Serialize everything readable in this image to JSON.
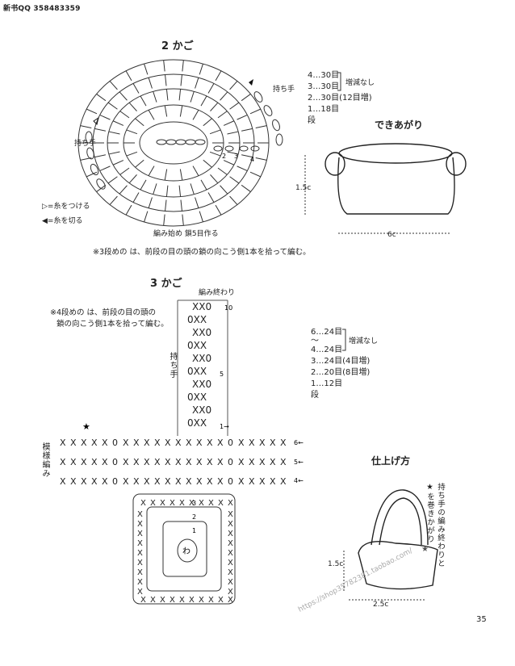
{
  "header": {
    "text": "新书QQ 358483359"
  },
  "section2": {
    "title": "2 かご",
    "handle_left": "持ち手",
    "handle_right": "持ち手",
    "rounds": [
      "4…30目",
      "3…30目",
      "2…30目(12目増)",
      "1…18目",
      "段"
    ],
    "bracket_label": "増減なし",
    "legend_attach": "=糸をつける",
    "legend_cut": "=糸を切る",
    "start_label": "編み始め 鎖5目作る",
    "note": "※3段めの は、前段の目の頭の鎖の向こう側1本を拾って編む。",
    "round_nums": [
      "2",
      "3",
      "4"
    ],
    "finished_title": "できあがり",
    "dim_h": "1.5c",
    "dim_w": "6c"
  },
  "section3": {
    "title": "3 かご",
    "end_label": "編み終わり",
    "note_line1": "※4段めの は、前段の目の頭の",
    "note_line2": "鎖の向こう側1本を拾って編む。",
    "handle_label": "持ち手",
    "pattern_label": "模様編み",
    "row_nums": [
      "10",
      "5",
      "1"
    ],
    "arrow_nums": [
      "6",
      "5",
      "4"
    ],
    "center_label": "わ",
    "center_nums": [
      "3",
      "2",
      "1"
    ],
    "rounds": [
      "6…24目",
      "〜",
      "4…24目",
      "3…24目(4目増)",
      "2…20目(8目増)",
      "1…12目",
      "段"
    ],
    "bracket_label": "増減なし"
  },
  "finish": {
    "title": "仕上げ方",
    "vertical_text": [
      "持ち手の編み終わりと",
      "★を巻きかがり"
    ],
    "dim_h": "1.5c",
    "dim_w": "2.5c",
    "watermark": "https://shop35782381.taobao.com/"
  },
  "page_number": "35"
}
